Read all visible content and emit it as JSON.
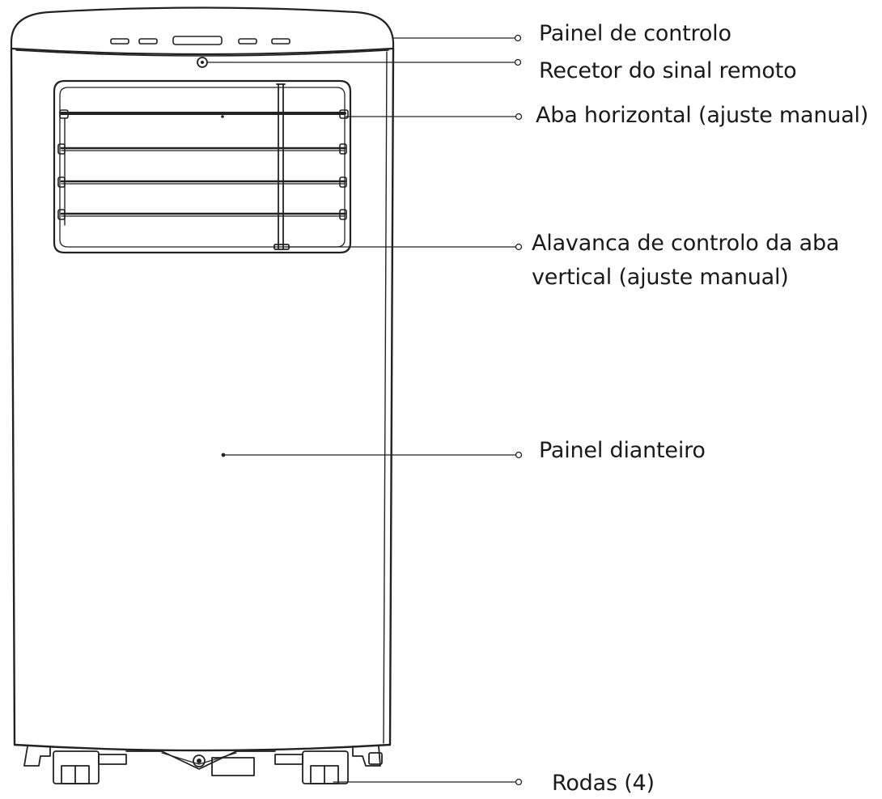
{
  "labels": {
    "control_panel": "Painel de controlo",
    "remote_receiver": "Recetor do sinal remoto",
    "horizontal_flap": "Aba horizontal (ajuste manual)",
    "vertical_lever_line1": "Alavanca de controlo da aba",
    "vertical_lever_line2": "vertical (ajuste manual)",
    "front_panel": "Painel dianteiro",
    "wheels": "Rodas (4)"
  },
  "colors": {
    "line": "#222222",
    "text": "#1a1a1a",
    "background": "#ffffff"
  }
}
